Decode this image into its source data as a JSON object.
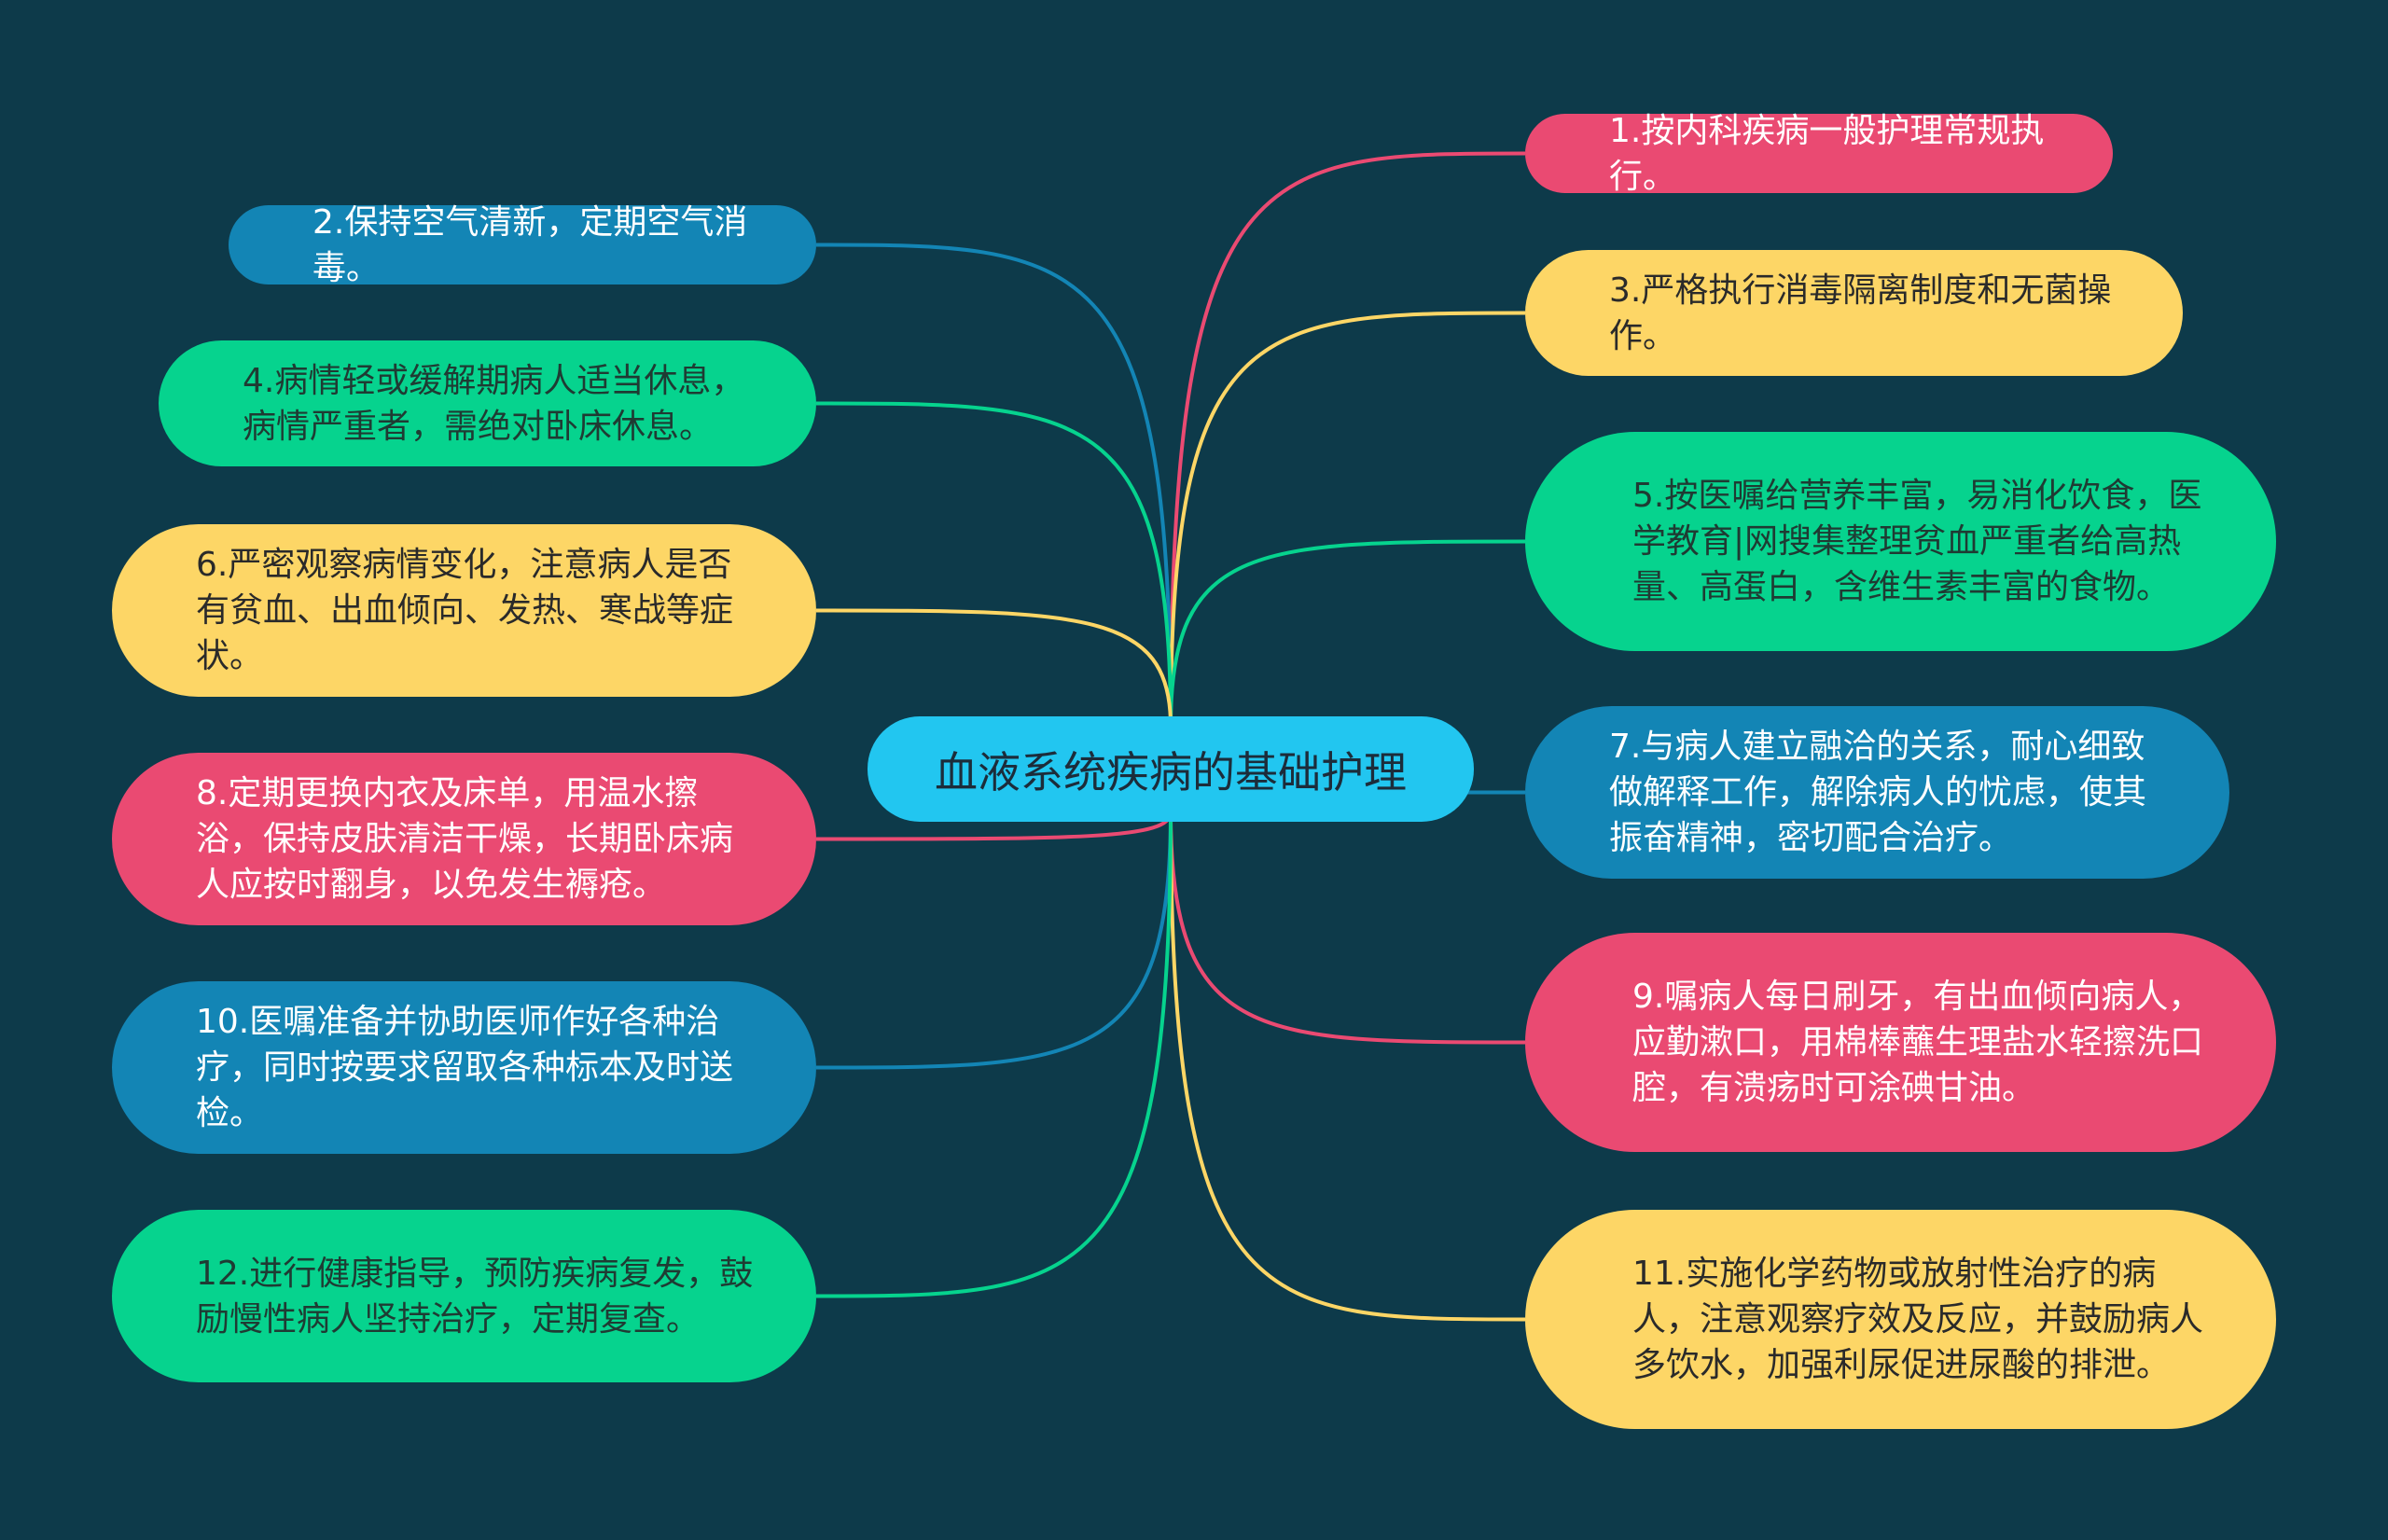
{
  "center": {
    "label": "血液系统疾病的基础护理",
    "color": "#22c6f0"
  },
  "colors": {
    "red": "#ea4a72",
    "yellow": "#fdd666",
    "green": "#06d38e",
    "blue": "#1385b5",
    "background": "#0d3a4a"
  },
  "nodes": [
    {
      "id": "n1",
      "text": "1.按内科疾病一般护理常规执行。",
      "color": "red",
      "side": "right"
    },
    {
      "id": "n2",
      "text": "2.保持空气清新，定期空气消毒。",
      "color": "blue",
      "side": "left"
    },
    {
      "id": "n3",
      "text": "3.严格执行消毒隔离制度和无菌操作。",
      "color": "yellow",
      "side": "right"
    },
    {
      "id": "n4",
      "text": "4.病情轻或缓解期病人适当休息，病情严重者，需绝对卧床休息。",
      "color": "green",
      "side": "left"
    },
    {
      "id": "n5",
      "text": "5.按医嘱给营养丰富，易消化饮食，医学教育|网搜集整理贫血严重者给高热量、高蛋白，含维生素丰富的食物。",
      "color": "green",
      "side": "right"
    },
    {
      "id": "n6",
      "text": "6.严密观察病情变化，注意病人是否有贫血、出血倾向、发热、寒战等症状。",
      "color": "yellow",
      "side": "left"
    },
    {
      "id": "n7",
      "text": "7.与病人建立融洽的关系，耐心细致做解释工作，解除病人的忧虑，使其振奋精神，密切配合治疗。",
      "color": "blue",
      "side": "right"
    },
    {
      "id": "n8",
      "text": "8.定期更换内衣及床单，用温水擦浴，保持皮肤清洁干燥，长期卧床病人应按时翻身，以免发生褥疮。",
      "color": "red",
      "side": "left"
    },
    {
      "id": "n9",
      "text": "9.嘱病人每日刷牙，有出血倾向病人，应勤漱口，用棉棒蘸生理盐水轻擦洗口腔，有溃疡时可涂碘甘油。",
      "color": "red",
      "side": "right"
    },
    {
      "id": "n10",
      "text": "10.医嘱准备并协助医师作好各种治疗，同时按要求留取各种标本及时送检。",
      "color": "blue",
      "side": "left"
    },
    {
      "id": "n11",
      "text": "11.实施化学药物或放射性治疗的病人，注意观察疗效及反应，并鼓励病人多饮水，加强利尿促进尿酸的排泄。",
      "color": "yellow",
      "side": "right"
    },
    {
      "id": "n12",
      "text": "12.进行健康指导，预防疾病复发，鼓励慢性病人坚持治疗，定期复查。",
      "color": "green",
      "side": "left"
    }
  ]
}
